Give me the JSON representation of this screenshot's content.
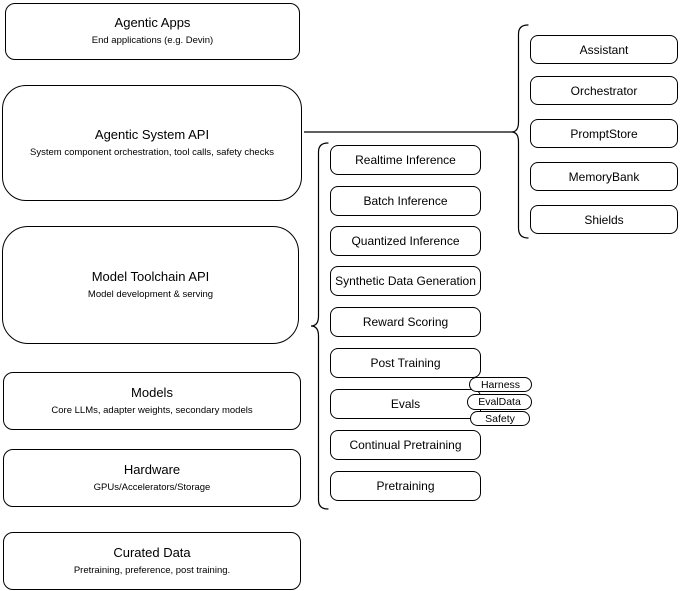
{
  "diagram": {
    "background": "#ffffff",
    "stroke_color": "#000000",
    "text_color": "#000000",
    "left_stack": [
      {
        "title": "Agentic Apps",
        "subtitle": "End applications (e.g. Devin)"
      },
      {
        "title": "Agentic System API",
        "subtitle": "System component orchestration, tool calls, safety checks"
      },
      {
        "title": "Model Toolchain API",
        "subtitle": "Model development & serving"
      },
      {
        "title": "Models",
        "subtitle": "Core LLMs, adapter weights, secondary models"
      },
      {
        "title": "Hardware",
        "subtitle": "GPUs/Accelerators/Storage"
      },
      {
        "title": "Curated Data",
        "subtitle": "Pretraining, preference, post training."
      }
    ],
    "toolchain_items": [
      "Realtime Inference",
      "Batch Inference",
      "Quantized Inference",
      "Synthetic Data Generation",
      "Reward Scoring",
      "Post Training",
      "Evals",
      "Continual Pretraining",
      "Pretraining"
    ],
    "eval_tags": [
      "Harness",
      "EvalData",
      "Safety"
    ],
    "system_components": [
      "Assistant",
      "Orchestrator",
      "PromptStore",
      "MemoryBank",
      "Shields"
    ]
  }
}
